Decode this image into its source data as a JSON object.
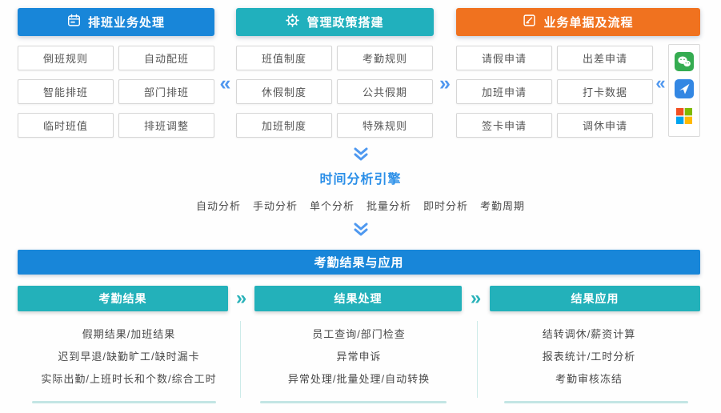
{
  "glyphs": {
    "chevron_left": "«",
    "chevron_right": "»"
  },
  "colors": {
    "header_blue": "#1886d9",
    "header_teal": "#21b0bd",
    "header_orange": "#f0721f",
    "chevron_blue": "#4f97ef",
    "chevron_teal": "#29b2b9",
    "engine_title_blue": "#2b8fe8"
  },
  "top_sections": [
    {
      "title": "排班业务处理",
      "icon": "calendar-icon",
      "items": [
        "倒班规则",
        "自动配班",
        "智能排班",
        "部门排班",
        "临时班值",
        "排班调整"
      ]
    },
    {
      "title": "管理政策搭建",
      "icon": "gear-icon",
      "items": [
        "班值制度",
        "考勤规则",
        "休假制度",
        "公共假期",
        "加班制度",
        "特殊规则"
      ]
    },
    {
      "title": "业务单据及流程",
      "icon": "form-icon",
      "items": [
        "请假申请",
        "出差申请",
        "加班申请",
        "打卡数据",
        "签卡申请",
        "调休申请"
      ]
    }
  ],
  "side_icons": [
    "wechat-icon",
    "send-app-icon",
    "windows-icon"
  ],
  "engine": {
    "title": "时间分析引擎",
    "modes": [
      "自动分析",
      "手动分析",
      "单个分析",
      "批量分析",
      "即时分析",
      "考勤周期"
    ]
  },
  "results": {
    "banner": "考勤结果与应用",
    "columns": [
      {
        "title": "考勤结果",
        "items": [
          "假期结果/加班结果",
          "迟到早退/缺勤旷工/缺时漏卡",
          "实际出勤/上班时长和个数/综合工时"
        ]
      },
      {
        "title": "结果处理",
        "items": [
          "员工查询/部门检查",
          "异常申诉",
          "异常处理/批量处理/自动转换"
        ]
      },
      {
        "title": "结果应用",
        "items": [
          "结转调休/薪资计算",
          "报表统计/工时分析",
          "考勤审核冻结"
        ]
      }
    ]
  }
}
